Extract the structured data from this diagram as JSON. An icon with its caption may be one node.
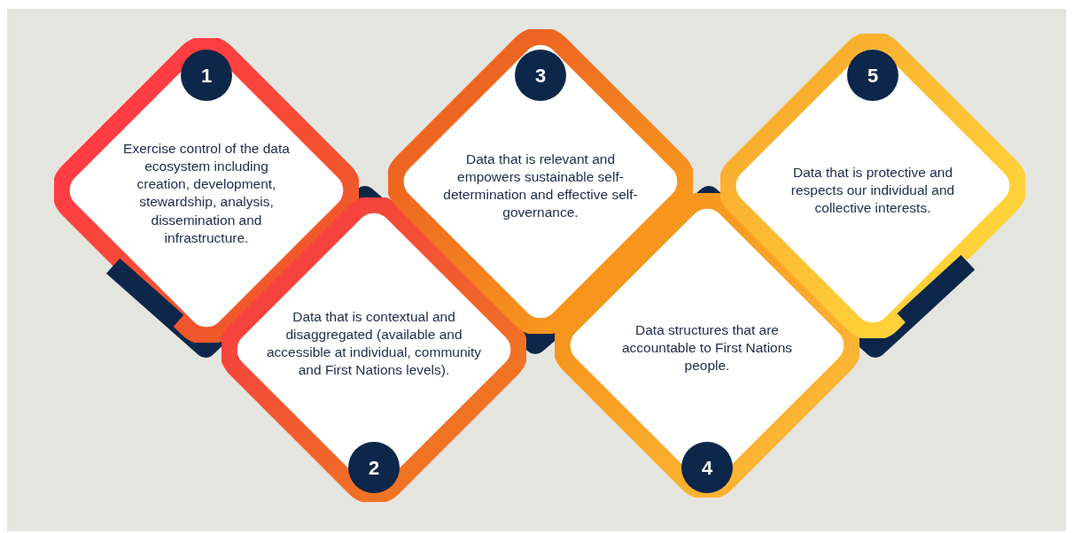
{
  "diagram": {
    "nodes": [
      {
        "text": [
          "1",
          "Exercise control of the data ecosystem including creation, development, stewardship, analysis, dissemination and infrastructure."
        ]
      },
      {
        "text": [
          "Data that is contextual and disaggregated (available and accessible at individual, community and First Nations levels).",
          "2"
        ]
      },
      {
        "text": [
          "3",
          "Data that is relevant and empowers sustainable self-determination and effective self-governance."
        ]
      },
      {
        "text": [
          "Data structures that are accountable to First Nations people.",
          "4"
        ]
      },
      {
        "text": [
          "5",
          "Data that is protective and respects our individual and collective interests."
        ]
      }
    ]
  }
}
